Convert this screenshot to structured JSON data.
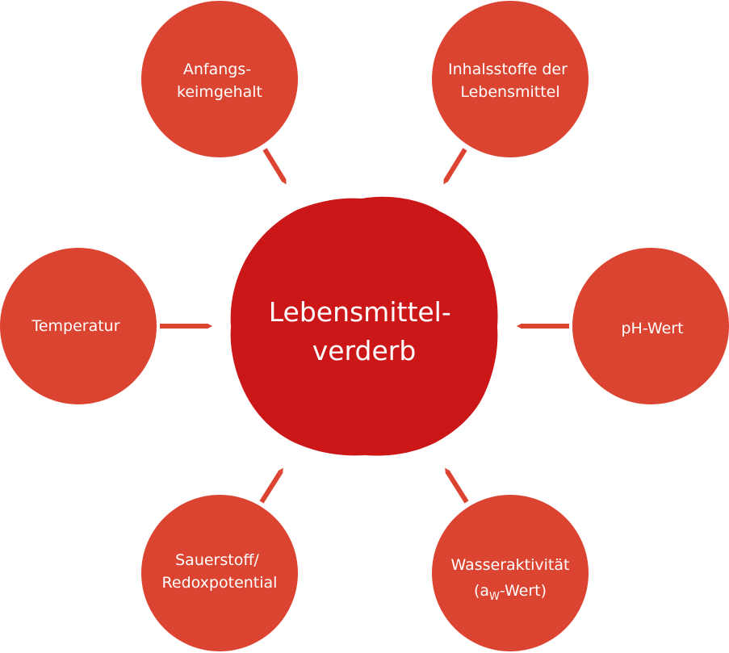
{
  "diagram": {
    "center": {
      "line1": "Lebensmittel-",
      "line2": "verderb"
    },
    "factors": {
      "initial_germ_count": {
        "line1": "Anfangs-",
        "line2": "keimgehalt"
      },
      "ingredients": {
        "line1": "Inhalsstoffe der",
        "line2": "Lebensmittel"
      },
      "temperature": {
        "line1": "Temperatur"
      },
      "ph_value": {
        "line1": "pH-Wert"
      },
      "oxygen_redox": {
        "line1": "Sauerstoff/",
        "line2": "Redoxpotential"
      },
      "water_activity": {
        "line1": "Wasseraktivität",
        "line2_open": "(a",
        "line2_sub": "W",
        "line2_close": "-Wert)"
      }
    },
    "colors": {
      "factor_fill": "#db4430",
      "center_fill": "#cc1719",
      "arrow": "#db4430",
      "text": "#ffffff"
    }
  }
}
